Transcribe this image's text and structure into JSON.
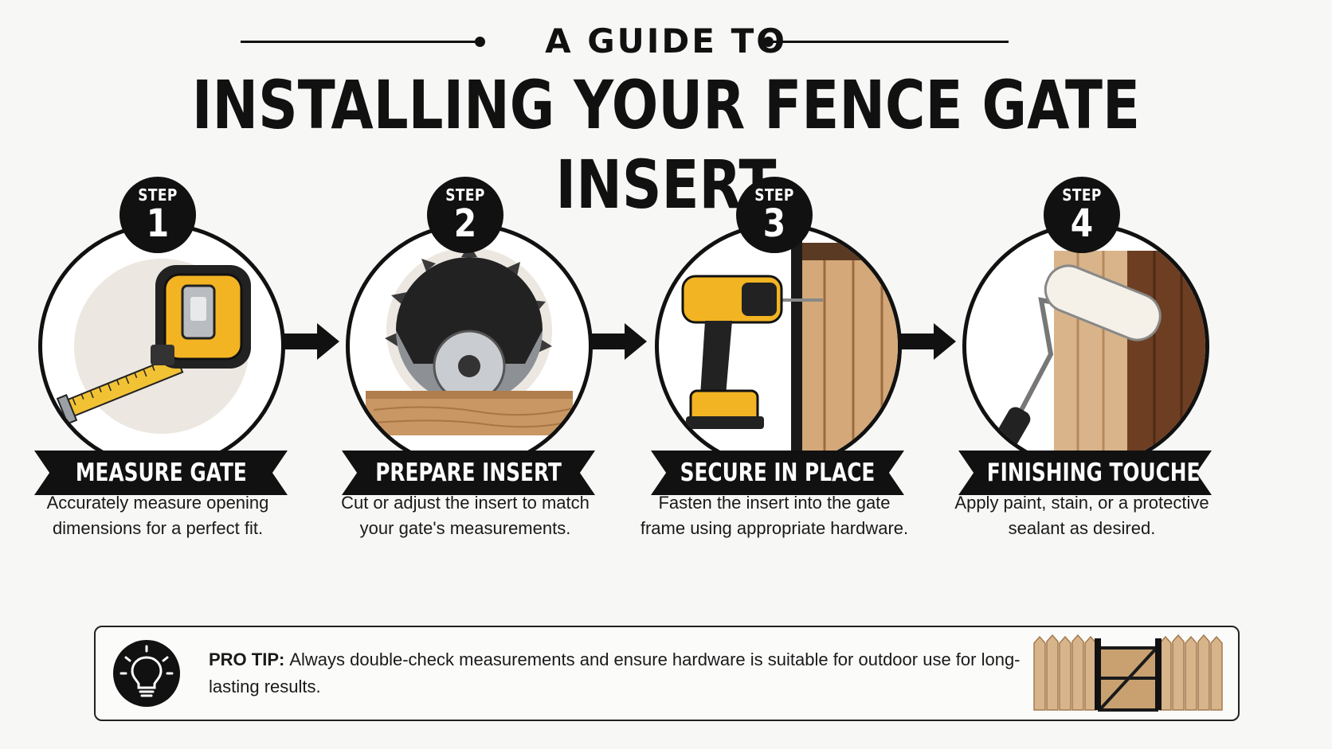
{
  "header": {
    "kicker": "A GUIDE TO",
    "title": "INSTALLING YOUR FENCE GATE INSERT"
  },
  "steps": [
    {
      "label": "STEP",
      "number": "1",
      "title": "MEASURE GATE",
      "description": "Accurately measure opening dimensions for a perfect fit.",
      "icon": "tape-measure-icon"
    },
    {
      "label": "STEP",
      "number": "2",
      "title": "PREPARE INSERT",
      "description": "Cut or adjust the insert to match your gate's measurements.",
      "icon": "circular-saw-icon"
    },
    {
      "label": "STEP",
      "number": "3",
      "title": "SECURE IN PLACE",
      "description": "Fasten the insert into the gate frame using appropriate hardware.",
      "icon": "power-drill-icon"
    },
    {
      "label": "STEP",
      "number": "4",
      "title": "FINISHING TOUCHES",
      "description": "Apply paint, stain, or a protective sealant as desired.",
      "icon": "paint-roller-icon"
    }
  ],
  "pro_tip": {
    "label": "PRO TIP:",
    "text": "Always double-check measurements and ensure hardware is suitable for outdoor use for long-lasting results.",
    "icon": "lightbulb-icon",
    "image": "fence-gate-icon"
  },
  "colors": {
    "background": "#f7f7f5",
    "ink": "#111111",
    "tool_yellow": "#f2b422",
    "wood_light": "#d9b48a",
    "wood_dark": "#7a4a2a"
  }
}
